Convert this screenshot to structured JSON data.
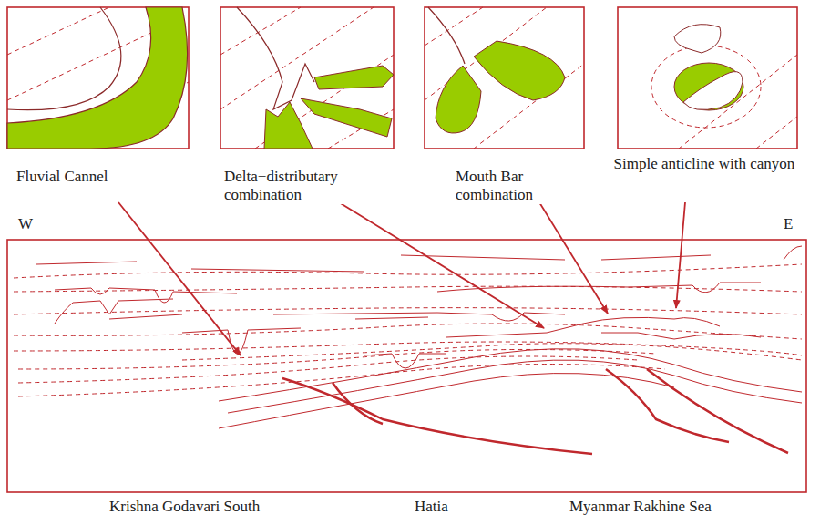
{
  "diagram": {
    "nodes": [
      {
        "text": [
          "Fluvial Cannel"
        ]
      },
      {
        "text": [
          "Delta−distributary combination"
        ]
      },
      {
        "text": [
          "Mouth Bar combination"
        ]
      },
      {
        "text": [
          "Simple anticline with canyon"
        ]
      }
    ],
    "labels": [
      "W",
      "E",
      "Krishna Godavari South",
      "Hatia",
      "Myanmar Rakhine Sea"
    ]
  }
}
